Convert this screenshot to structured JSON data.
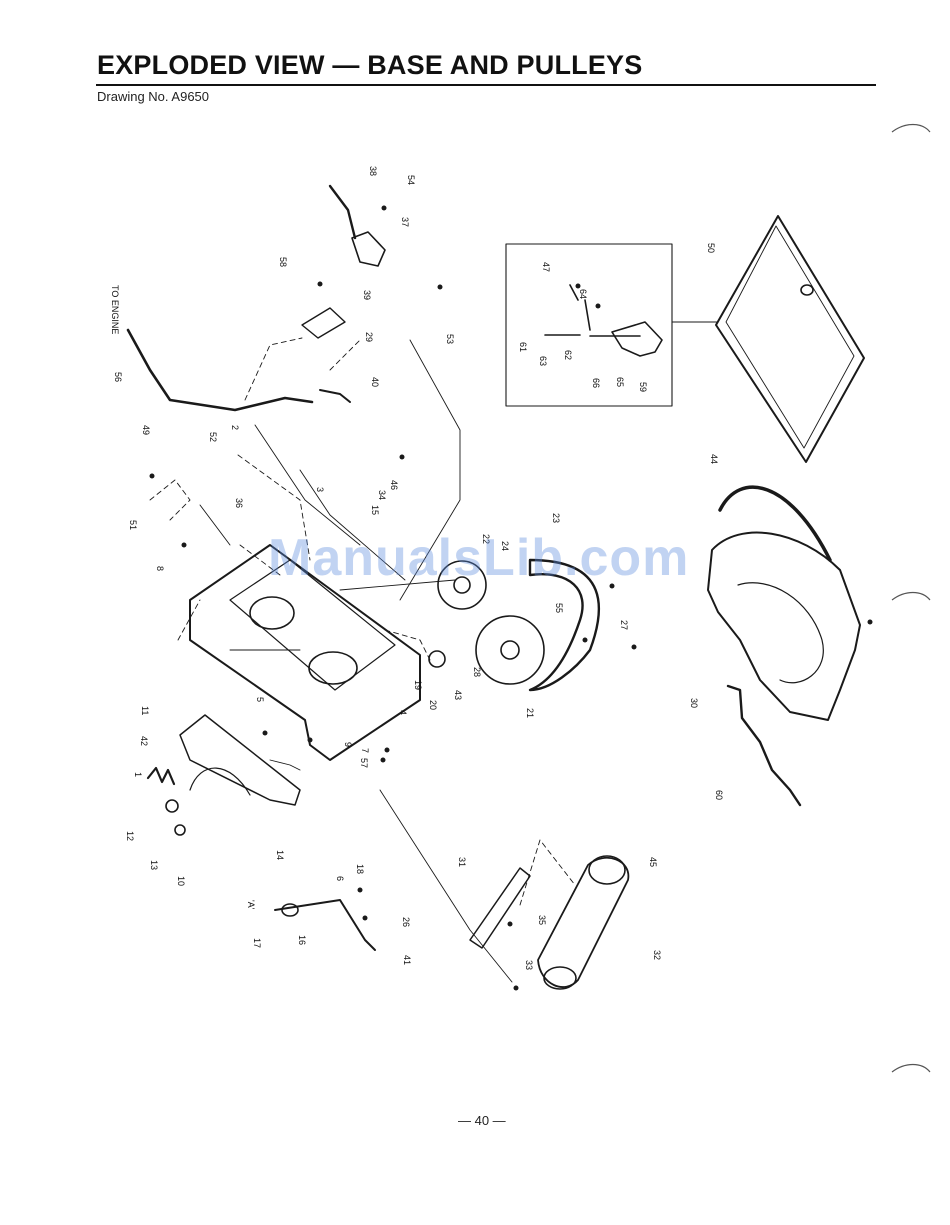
{
  "header": {
    "title": "EXPLODED VIEW — BASE AND PULLEYS",
    "subtitle": "Drawing No. A9650"
  },
  "diagram": {
    "labels": [
      "1",
      "2",
      "3",
      "4",
      "5",
      "6",
      "7",
      "8",
      "9",
      "10",
      "11",
      "12",
      "13",
      "14",
      "15",
      "16",
      "17",
      "18",
      "19",
      "20",
      "21",
      "22",
      "23",
      "24",
      "26",
      "27",
      "28",
      "29",
      "30",
      "31",
      "32",
      "33",
      "34",
      "35",
      "36",
      "37",
      "38",
      "39",
      "40",
      "41",
      "42",
      "43",
      "44",
      "45",
      "46",
      "47",
      "49",
      "50",
      "51",
      "52",
      "53",
      "54",
      "55",
      "56",
      "57",
      "58",
      "59",
      "60",
      "61",
      "62",
      "63",
      "64",
      "65",
      "66"
    ],
    "callouts": [
      "TO ENGINE",
      "'A'"
    ]
  },
  "watermark": "ManualsLib.com",
  "footer": {
    "page_number": "— 40 —"
  }
}
